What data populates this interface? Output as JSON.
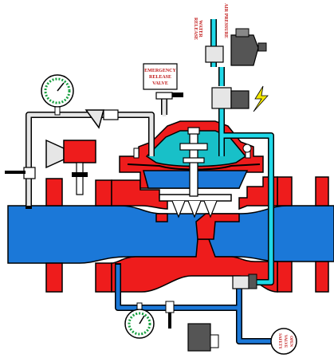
{
  "labels": {
    "emergency_release": [
      "EMERGENCY",
      "RELEASE",
      "VALVE"
    ],
    "water_release": [
      "WATER",
      "RELEASE"
    ],
    "air_pressure": "AIR PRESSURE",
    "valve_tag": [
      "SAFETY",
      "VALVE",
      "OPEN"
    ]
  },
  "colors": {
    "body": "#ee1c1c",
    "flow": "#1b78d8",
    "upper_chamber": "#18c0c8",
    "tubing_blue": "#1b78d8",
    "tubing_cyan": "#20d8e8",
    "tubing_gray": "#e6e6e6",
    "outline": "#000000",
    "lightning": "#f2e600",
    "gauge_scale": "#18a040"
  },
  "icons": [
    "pressure-gauge-icon",
    "strainer-icon",
    "pilot-valve-icon",
    "solenoid-icon",
    "lightning-icon",
    "handle-icon"
  ]
}
